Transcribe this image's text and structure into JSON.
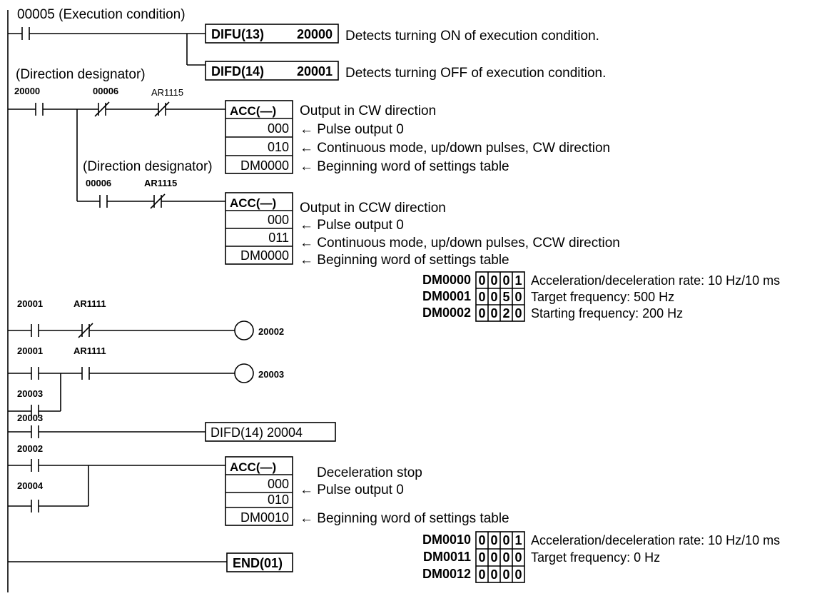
{
  "top_contact": {
    "label": "00005 (Execution condition)"
  },
  "difu": {
    "label": "DIFU(13)",
    "operand": "20000",
    "desc": "Detects turning ON of execution condition."
  },
  "difd1": {
    "prefix": "(Direction designator)",
    "label": "DIFD(14)",
    "operand": "20001",
    "desc": "Detects turning OFF of execution condition."
  },
  "rung1": {
    "c1": "20000",
    "c2": "00006",
    "c3": "AR1115",
    "acc": "ACC(—)",
    "title": "Output in CW direction",
    "ops": [
      "000",
      "010",
      "DM0000"
    ],
    "notes": [
      "← Pulse output 0",
      "← Continuous mode, up/down pulses, CW direction",
      "← Beginning word of settings table"
    ],
    "designator": "(Direction designator)"
  },
  "rung1b": {
    "c1": "00006",
    "c2": "AR1115",
    "acc": "ACC(—)",
    "title": "Output in CCW direction",
    "ops": [
      "000",
      "011",
      "DM0000"
    ],
    "notes": [
      "← Pulse output 0",
      "← Continuous mode, up/down pulses, CCW direction",
      "← Beginning word of settings table"
    ]
  },
  "table1": {
    "rows": [
      {
        "addr": "DM0000",
        "digits": [
          "0",
          "0",
          "0",
          "1"
        ],
        "desc": "Acceleration/deceleration rate: 10 Hz/10 ms"
      },
      {
        "addr": "DM0001",
        "digits": [
          "0",
          "0",
          "5",
          "0"
        ],
        "desc": "Target frequency: 500 Hz"
      },
      {
        "addr": "DM0002",
        "digits": [
          "0",
          "0",
          "2",
          "0"
        ],
        "desc": "Starting frequency: 200 Hz"
      }
    ]
  },
  "rung2": {
    "c1": "20001",
    "c2": "AR1111",
    "coil": "20002"
  },
  "rung3": {
    "c1": "20001",
    "c2": "AR1111",
    "c3": "20003",
    "coil": "20003"
  },
  "rung4": {
    "c1": "20003",
    "label": "DIFD(14) 20004"
  },
  "rung5": {
    "c1": "20002",
    "c2": "20004",
    "acc": "ACC(—)",
    "title": "Deceleration stop",
    "ops": [
      "000",
      "010",
      "DM0010"
    ],
    "notes": [
      "← Pulse output 0",
      "← Beginning word of settings table"
    ]
  },
  "table2": {
    "rows": [
      {
        "addr": "DM0010",
        "digits": [
          "0",
          "0",
          "0",
          "1"
        ],
        "desc": "Acceleration/deceleration rate: 10 Hz/10 ms"
      },
      {
        "addr": "DM0011",
        "digits": [
          "0",
          "0",
          "0",
          "0"
        ],
        "desc": "Target frequency: 0 Hz"
      },
      {
        "addr": "DM0012",
        "digits": [
          "0",
          "0",
          "0",
          "0"
        ],
        "desc": ""
      }
    ]
  },
  "end": {
    "label": "END(01)"
  }
}
